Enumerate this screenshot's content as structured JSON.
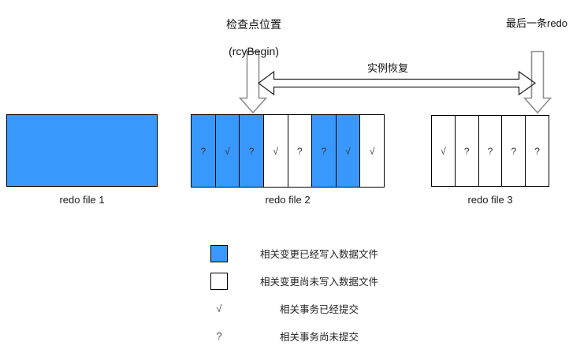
{
  "annotations": {
    "checkpoint_line1": "检查点位置",
    "checkpoint_line2": "(rcyBegin)",
    "last_redo": "最后一条redo",
    "instance_recovery": "实例恢复"
  },
  "colors": {
    "written_fill": "#3898FC",
    "unwritten_fill": "#FFFFFF",
    "box_border": "#000000",
    "down_arrow_outline": "#8F8F8F",
    "span_arrow_outline": "#262626"
  },
  "redo_files": [
    {
      "label": "redo file 1",
      "type": "solid-written"
    },
    {
      "label": "redo file 2",
      "cells": [
        {
          "written": true,
          "mark": "?"
        },
        {
          "written": true,
          "mark": "√"
        },
        {
          "written": true,
          "mark": "?"
        },
        {
          "written": false,
          "mark": "√"
        },
        {
          "written": false,
          "mark": "?"
        },
        {
          "written": true,
          "mark": "?"
        },
        {
          "written": true,
          "mark": "√"
        },
        {
          "written": false,
          "mark": "√"
        }
      ]
    },
    {
      "label": "redo file 3",
      "cells": [
        {
          "written": false,
          "mark": "√"
        },
        {
          "written": false,
          "mark": "?"
        },
        {
          "written": false,
          "mark": "?"
        },
        {
          "written": false,
          "mark": "?"
        },
        {
          "written": false,
          "mark": "?"
        }
      ]
    }
  ],
  "legend": [
    {
      "glyph": "written-square",
      "label": "相关变更已经写入数据文件"
    },
    {
      "glyph": "unwritten-square",
      "label": "相关变更尚未写入数据文件"
    },
    {
      "glyph": "√",
      "label": "相关事务已经提交"
    },
    {
      "glyph": "?",
      "label": "相关事务尚未提交"
    }
  ]
}
